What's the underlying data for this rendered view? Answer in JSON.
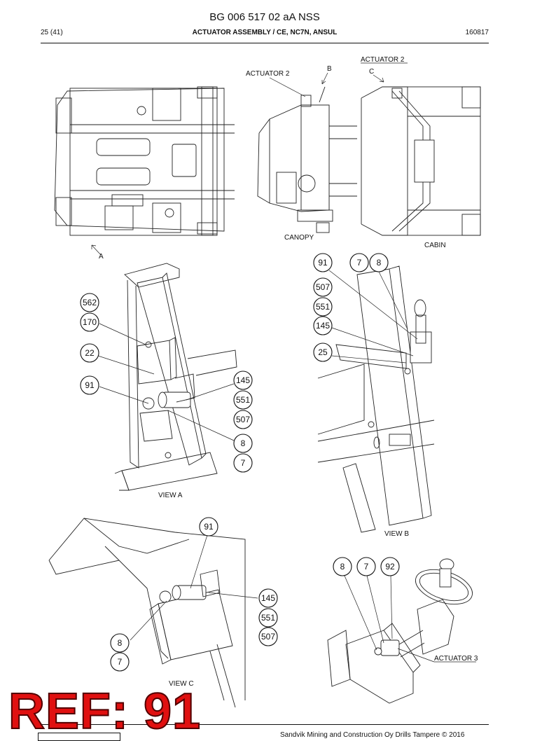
{
  "header": {
    "doc_title": "BG 006 517 02 aA NSS",
    "page": "25 (41)",
    "section": "ACTUATOR ASSEMBLY / CE, NC7N, ANSUL",
    "doc_number": "160817"
  },
  "labels": {
    "actuator2_b": "ACTUATOR 2",
    "b": "B",
    "actuator2_c": "ACTUATOR 2",
    "c": "C",
    "a": "A",
    "canopy": "CANOPY",
    "cabin": "CABIN",
    "view_a": "VIEW A",
    "view_b": "VIEW B",
    "view_c": "VIEW C",
    "actuator3": "ACTUATOR 3"
  },
  "callouts": {
    "view_a": [
      "562",
      "170",
      "22",
      "91",
      "145",
      "551",
      "507",
      "8",
      "7"
    ],
    "view_b": [
      "91",
      "7",
      "8",
      "507",
      "551",
      "145",
      "25"
    ],
    "view_c": [
      "91",
      "145",
      "551",
      "507",
      "8",
      "7"
    ],
    "view_d": [
      "8",
      "7",
      "92"
    ]
  },
  "ref_badge": "REF: 91",
  "footer": {
    "text": "Sandvik Mining and Construction Oy Drills Tampere © 2016"
  },
  "colors": {
    "badge": "#e01010",
    "line": "#222222"
  }
}
